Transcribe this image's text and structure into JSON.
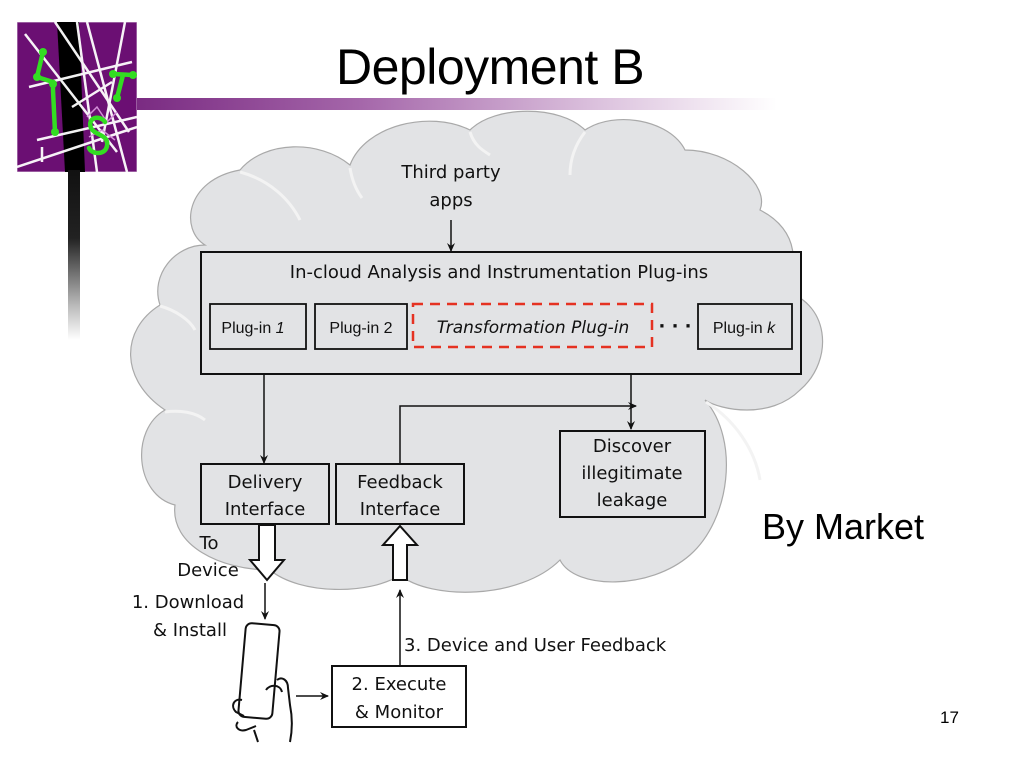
{
  "slide": {
    "title": "Deployment B",
    "side_label": "By Market",
    "page_number": "17",
    "colors": {
      "logo_purple": "#6b0f73",
      "logo_green": "#33dd22",
      "title_bar": "#7a2b82",
      "cloud_fill": "#e2e3e5",
      "dashed_box": "#e53222"
    }
  },
  "logo": {
    "letters": "LIST",
    "icon": "shattered-glass-logo-icon"
  },
  "diagram": {
    "third_party": {
      "line1": "Third party",
      "line2": "apps"
    },
    "plugins_panel": {
      "title": "In-cloud Analysis and Instrumentation Plug-ins",
      "plugins": [
        {
          "name": "Plug-in",
          "index": "1"
        },
        {
          "name": "Plug-in",
          "index": "2"
        }
      ],
      "transformation": "Transformation Plug-in",
      "ellipsis": "· · ·",
      "last_plugin": {
        "name": "Plug-in",
        "index": "k"
      }
    },
    "delivery_interface": {
      "line1": "Delivery",
      "line2": "Interface"
    },
    "feedback_interface": {
      "line1": "Feedback",
      "line2": "Interface"
    },
    "discover": {
      "line1": "Discover",
      "line2": "illegitimate",
      "line3": "leakage"
    },
    "to_device": {
      "line1": "To",
      "line2": "Device"
    },
    "step1": {
      "line1": "1. Download",
      "line2": "& Install"
    },
    "step2": {
      "line1": "2. Execute",
      "line2": "& Monitor"
    },
    "step3": "3. Device and User Feedback",
    "device_icon": "hand-holding-phone-icon"
  }
}
